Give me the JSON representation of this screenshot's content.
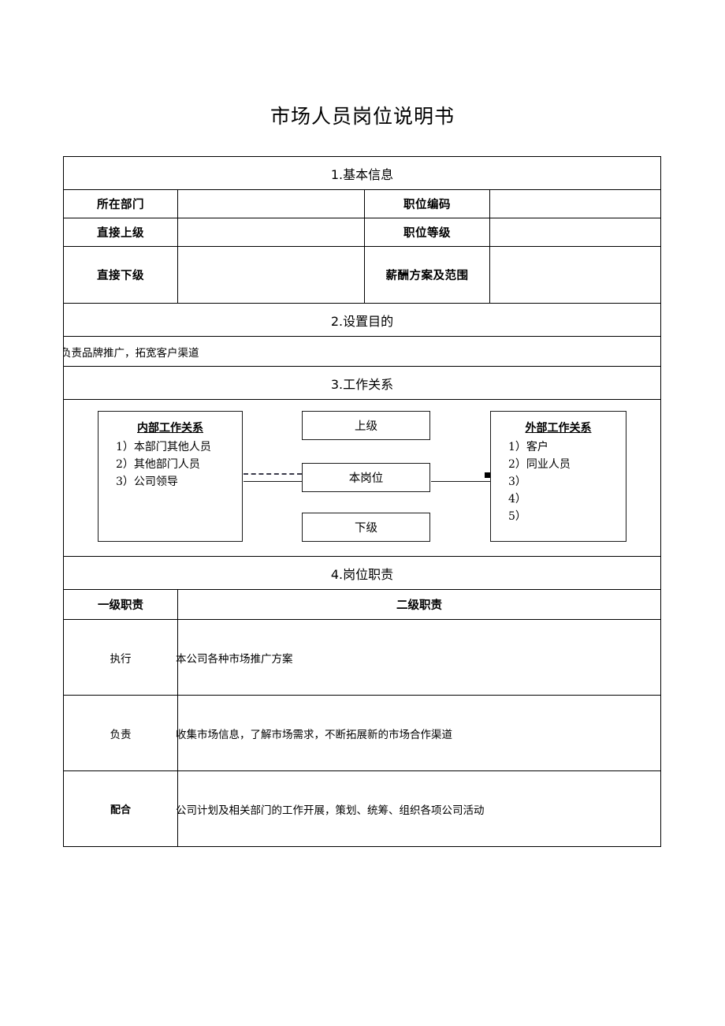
{
  "document": {
    "title": "市场人员岗位说明书"
  },
  "sections": {
    "basic_info": {
      "heading": "1.基本信息",
      "rows": [
        {
          "label_left": "所在部门",
          "value_left": "",
          "label_right": "职位编码",
          "value_right": ""
        },
        {
          "label_left": "直接上级",
          "value_left": "",
          "label_right": "职位等级",
          "value_right": ""
        },
        {
          "label_left": "直接下级",
          "value_left": "",
          "label_right": "薪酬方案及范围",
          "value_right": ""
        }
      ]
    },
    "purpose": {
      "heading": "2.设置目的",
      "content": "负责品牌推广，拓宽客户渠道"
    },
    "work_relations": {
      "heading": "3.工作关系",
      "internal": {
        "title": "内部工作关系",
        "items": [
          "1）本部门其他人员",
          "2）其他部门人员",
          "3）公司领导"
        ]
      },
      "external": {
        "title": "外部工作关系",
        "items": [
          "1）客户",
          "2）同业人员",
          "3）",
          "4）",
          "5）"
        ]
      },
      "center": {
        "superior": "上级",
        "this_position": "本岗位",
        "subordinate": "下级"
      }
    },
    "duties": {
      "heading": "4.岗位职责",
      "columns": [
        "一级职责",
        "二级职责"
      ],
      "rows": [
        {
          "level1": "执行",
          "level2": "本公司各种市场推广方案"
        },
        {
          "level1": "负责",
          "level2": "收集市场信息，了解市场需求，不断拓展新的市场合作渠道"
        },
        {
          "level1": "配合",
          "level2": "公司计划及相关部门的工作开展，策划、统筹、组织各项公司活动"
        }
      ]
    }
  },
  "colors": {
    "border": "#000000",
    "text": "#000000",
    "page_background": "#ffffff",
    "connector": "#1a1a1a"
  }
}
